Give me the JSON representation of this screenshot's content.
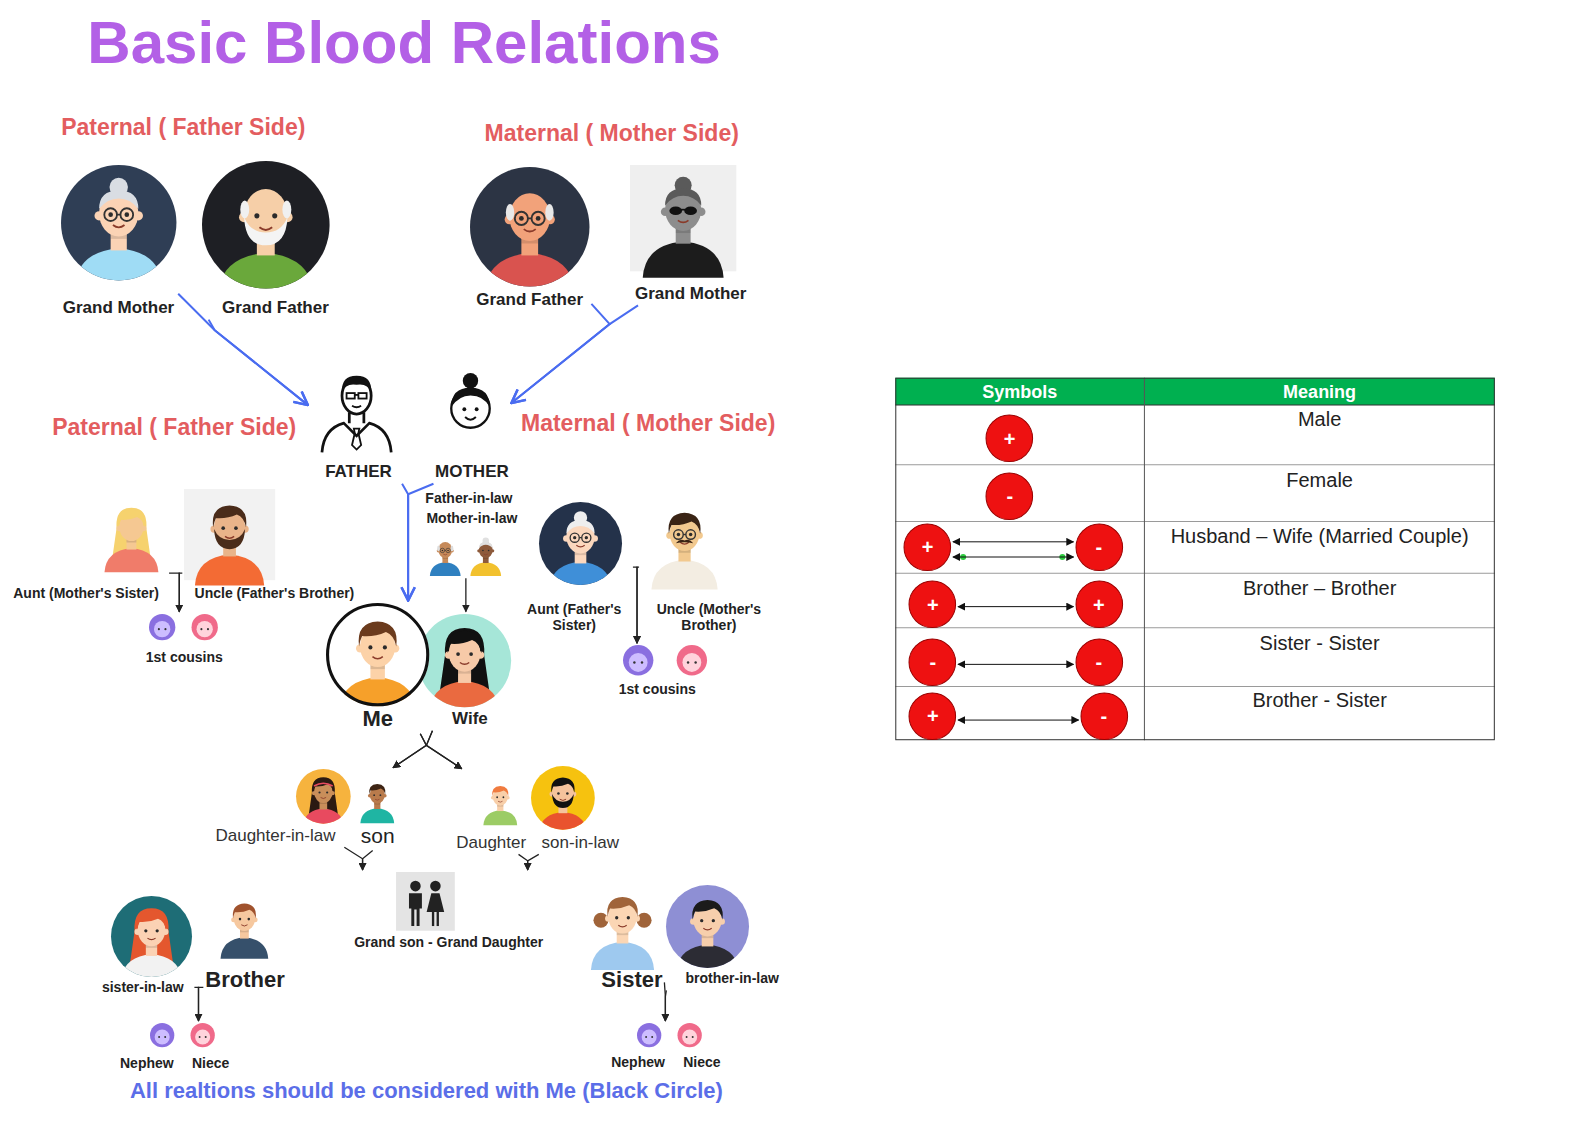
{
  "diagram": {
    "title": "Basic Blood Relations",
    "caption": "All realtions should be considered with Me (Black Circle)",
    "nodes": [
      {
        "text": [
          "Grand Mother"
        ]
      },
      {
        "text": [
          "Grand Father"
        ]
      },
      {
        "text": [
          "Grand Father"
        ]
      },
      {
        "text": [
          "Grand Mother"
        ]
      },
      {
        "text": [
          "FATHER"
        ]
      },
      {
        "text": [
          "MOTHER"
        ]
      },
      {
        "text": [
          "Father-in-law",
          "Mother-in-law"
        ]
      },
      {
        "text": [
          "Aunt (Mother's Sister)"
        ]
      },
      {
        "text": [
          "Uncle (Father's Brother)"
        ]
      },
      {
        "text": [
          "1st cousins"
        ]
      },
      {
        "text": [
          "Me"
        ]
      },
      {
        "text": [
          "Wife"
        ]
      },
      {
        "text": [
          "Aunt (Father's Sister)"
        ]
      },
      {
        "text": [
          "Uncle (Mother's Brother)"
        ]
      },
      {
        "text": [
          "1st cousins"
        ]
      },
      {
        "text": [
          "Daughter-in-law"
        ]
      },
      {
        "text": [
          "son"
        ]
      },
      {
        "text": [
          "Daughter"
        ]
      },
      {
        "text": [
          "son-in-law"
        ]
      },
      {
        "text": [
          "Grand son - Grand Daughter"
        ]
      },
      {
        "text": [
          "sister-in-law"
        ]
      },
      {
        "text": [
          "Brother"
        ]
      },
      {
        "text": [
          "Nephew",
          "Niece"
        ]
      },
      {
        "text": [
          "Sister"
        ]
      },
      {
        "text": [
          "brother-in-law"
        ]
      },
      {
        "text": [
          "Nephew",
          "Niece"
        ]
      },
      {
        "text": [
          "+"
        ]
      },
      {
        "text": [
          "-"
        ]
      },
      {
        "text": [
          "+"
        ]
      },
      {
        "text": [
          "-"
        ]
      },
      {
        "text": [
          "+"
        ]
      },
      {
        "text": [
          "+"
        ]
      },
      {
        "text": [
          "-"
        ]
      },
      {
        "text": [
          "-"
        ]
      },
      {
        "text": [
          "+"
        ]
      },
      {
        "text": [
          "-"
        ]
      }
    ],
    "edges": [
      {
        "from": 0,
        "to": 4,
        "arrow": "to"
      },
      {
        "from": 1,
        "to": 4,
        "arrow": "to"
      },
      {
        "from": 2,
        "to": 5,
        "arrow": "to"
      },
      {
        "from": 3,
        "to": 5,
        "arrow": "to"
      },
      {
        "from": 4,
        "to": 10,
        "arrow": "to"
      },
      {
        "from": 5,
        "to": 10,
        "arrow": "to"
      },
      {
        "from": 6,
        "to": 11,
        "arrow": "to"
      },
      {
        "from": 7,
        "to": 9,
        "arrow": "to"
      },
      {
        "from": 8,
        "to": 9,
        "arrow": "to"
      },
      {
        "from": 12,
        "to": 14,
        "arrow": "to"
      },
      {
        "from": 13,
        "to": 14,
        "arrow": "to"
      },
      {
        "from": 10,
        "to": 16,
        "arrow": "to"
      },
      {
        "from": 11,
        "to": 16,
        "arrow": "to"
      },
      {
        "from": 10,
        "to": 17,
        "arrow": "to"
      },
      {
        "from": 11,
        "to": 17,
        "arrow": "to"
      },
      {
        "from": 15,
        "to": 19,
        "arrow": "to"
      },
      {
        "from": 16,
        "to": 19,
        "arrow": "to"
      },
      {
        "from": 17,
        "to": 19,
        "arrow": "to"
      },
      {
        "from": 18,
        "to": 19,
        "arrow": "to"
      },
      {
        "from": 20,
        "to": 22,
        "arrow": "to"
      },
      {
        "from": 21,
        "to": 22,
        "arrow": "to"
      },
      {
        "from": 23,
        "to": 25,
        "arrow": "to"
      },
      {
        "from": 24,
        "to": 25,
        "arrow": "to"
      },
      {
        "from": 28,
        "to": 29,
        "arrow": "both"
      },
      {
        "from": 28,
        "to": 29,
        "arrow": "both"
      },
      {
        "from": 30,
        "to": 31,
        "arrow": "both"
      },
      {
        "from": 32,
        "to": 33,
        "arrow": "both"
      },
      {
        "from": 34,
        "to": 35,
        "arrow": "both"
      }
    ],
    "labels": [
      "Paternal ( Father Side)",
      "Maternal ( Mother Side)",
      "Paternal ( Father Side)",
      "Maternal ( Mother Side)",
      "Symbols",
      "Meaning",
      "Male",
      "Female",
      "Husband – Wife (Married Couple)",
      "Brother – Brother",
      "Sister - Sister",
      "Brother - Sister"
    ]
  }
}
